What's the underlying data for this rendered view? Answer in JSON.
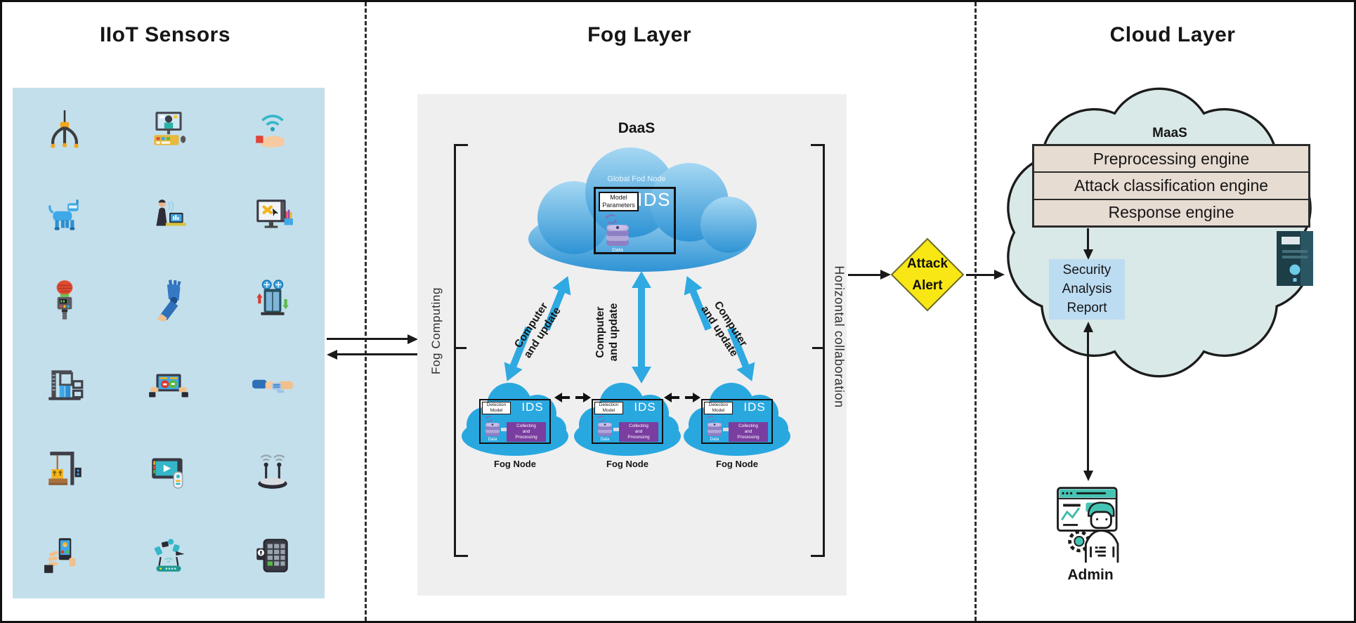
{
  "sections": {
    "iiot_title": "IIoT Sensors",
    "fog_title": "Fog Layer",
    "cloud_title": "Cloud Layer"
  },
  "iiot": {
    "sensor_icons": [
      "robotic-claw",
      "video-call-workstation",
      "wifi-hand",
      "robot-dog",
      "voice-assistant-person",
      "design-monitor",
      "microphone-sensor",
      "robotic-arm",
      "smart-elevator",
      "industrial-machine",
      "feedback-tablet",
      "human-robot-handshake",
      "lifting-crane",
      "media-tablet",
      "antenna-base",
      "mobile-call",
      "connected-devices-router",
      "secure-keypad"
    ]
  },
  "fog": {
    "daas_label": "DaaS",
    "fog_computing_label": "Fog Computing",
    "horizontal_collab_label": "Horizontal collaboration",
    "global_node": {
      "name": "Global Fod Node",
      "model_line1": "Model",
      "model_line2": "Parameters",
      "ids": "IDS",
      "data": "Data"
    },
    "update_labels": [
      {
        "line1": "Computer",
        "line2": "and update"
      },
      {
        "line1": "Computer",
        "line2": "and update"
      },
      {
        "line1": "Computer",
        "line2": "and update"
      }
    ],
    "fog_nodes": [
      {
        "det1": "Detection",
        "det2": "Model",
        "ids": "IDS",
        "data": "Data",
        "col1": "Collecting",
        "col2": "and",
        "col3": "Processing",
        "label": "Fog Node"
      },
      {
        "det1": "Detection",
        "det2": "Model",
        "ids": "IDS",
        "data": "Data",
        "col1": "Collecting",
        "col2": "and",
        "col3": "Processing",
        "label": "Fog Node"
      },
      {
        "det1": "Detection",
        "det2": "Model",
        "ids": "IDS",
        "data": "Data",
        "col1": "Collecting",
        "col2": "and",
        "col3": "Processing",
        "label": "Fog Node"
      }
    ]
  },
  "alert": {
    "line1": "Attack",
    "line2": "Alert"
  },
  "cloud": {
    "maas_label": "MaaS",
    "engines": [
      "Preprocessing engine",
      "Attack classification engine",
      "Response engine"
    ],
    "report": {
      "line1": "Security",
      "line2": "Analysis",
      "line3": "Report"
    },
    "admin_label": "Admin"
  },
  "colors": {
    "panel_blue": "#c3dfeb",
    "fog_gray": "#efeff0",
    "cloud_teal": "#d9e9e7",
    "node_blue": "#29a8e0",
    "accent_cyan": "#2fa9e1",
    "alert_yellow": "#f8e715",
    "engine_beige": "#e7dcd2",
    "report_blue": "#bcdcf2",
    "purple": "#7a3da0"
  }
}
